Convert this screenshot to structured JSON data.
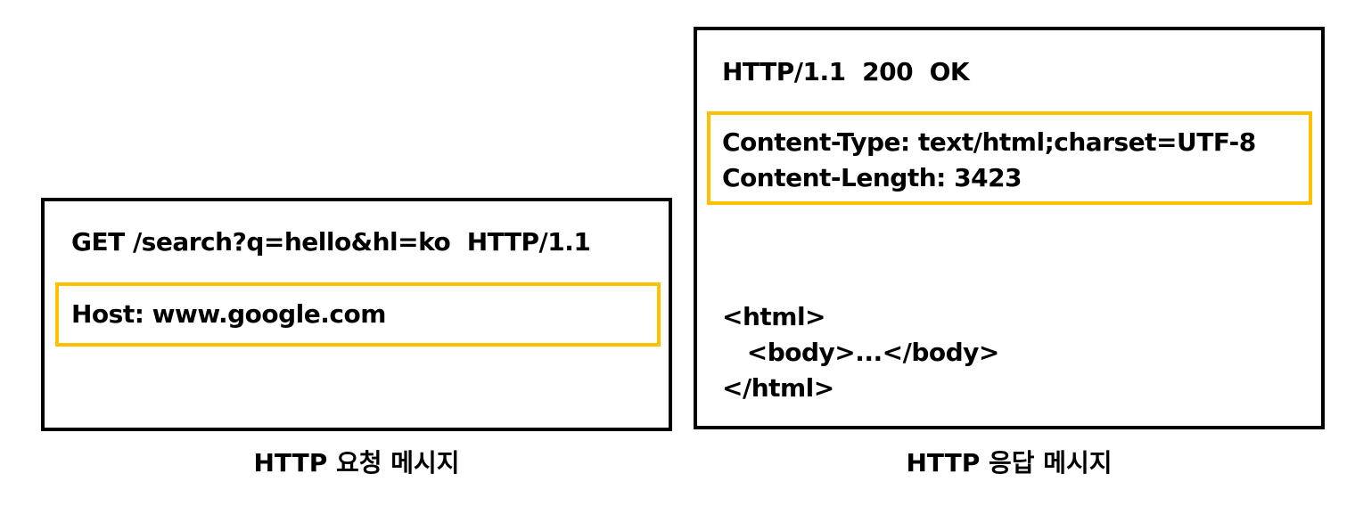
{
  "request": {
    "caption": "HTTP 요청 메시지",
    "start_line": "GET /search?q=hello&hl=ko  HTTP/1.1",
    "headers": [
      "Host: www.google.com"
    ],
    "body": []
  },
  "response": {
    "caption": "HTTP 응답 메시지",
    "start_line": "HTTP/1.1  200  OK",
    "headers": [
      "Content-Type: text/html;charset=UTF-8",
      "Content-Length: 3423"
    ],
    "body": [
      "<html>",
      "   <body>...</body>",
      "</html>"
    ]
  },
  "colors": {
    "highlight": "#FFC000",
    "border": "#000000"
  }
}
